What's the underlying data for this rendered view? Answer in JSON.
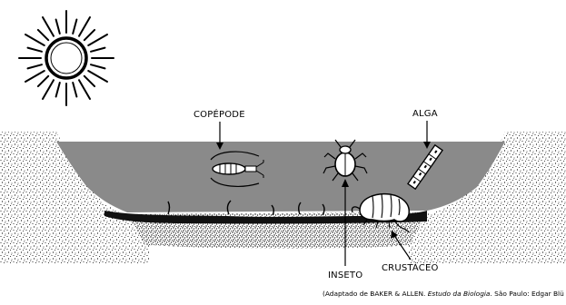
{
  "labels": {
    "copepode": "COPÉPODE",
    "alga": "ALGA",
    "inseto": "INSETO",
    "crustaceo": "CRUSTÁCEO"
  },
  "citation": {
    "prefix": "(Adaptado de BAKER & ALLEN. ",
    "title": "Estudo da Biologia",
    "suffix": ". São Paulo: Edgar Blü"
  },
  "colors": {
    "water": "#8a8a8a",
    "ink": "#000000",
    "paper": "#ffffff"
  },
  "icons": {
    "sun": "sun-icon",
    "copepod": "copepod-icon",
    "insect": "insect-icon",
    "alga": "alga-icon",
    "crustacean": "crustacean-icon"
  }
}
